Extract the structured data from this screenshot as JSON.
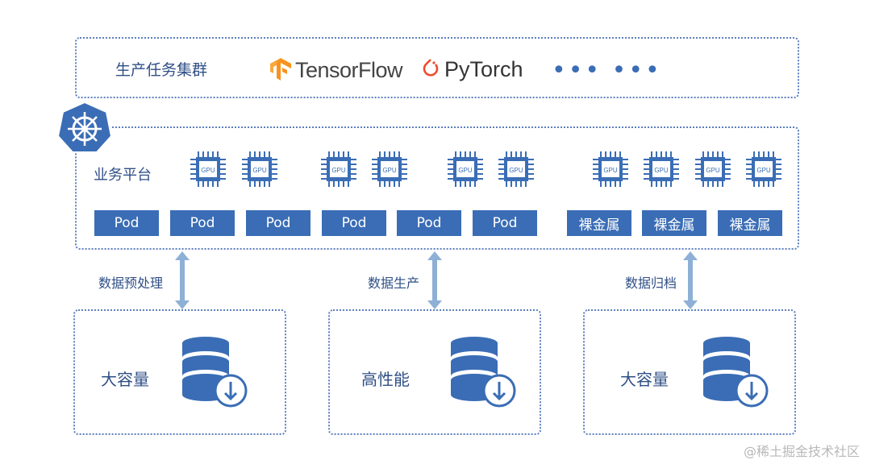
{
  "top_cluster": {
    "title": "生产任务集群",
    "frameworks": [
      "TensorFlow",
      "PyTorch"
    ],
    "ellipsis": "••• •••"
  },
  "platform": {
    "title": "业务平台",
    "icon": "kubernetes-helm-icon",
    "gpu_label": "GPU",
    "pods": [
      "Pod",
      "Pod",
      "Pod",
      "Pod",
      "Pod",
      "Pod"
    ],
    "bare_metal": [
      "裸金属",
      "裸金属",
      "裸金属"
    ]
  },
  "flows": [
    {
      "label": "数据预处理"
    },
    {
      "label": "数据生产"
    },
    {
      "label": "数据归档"
    }
  ],
  "storage": [
    {
      "label": "大容量",
      "icon": "database-download-icon"
    },
    {
      "label": "高性能",
      "icon": "database-download-icon"
    },
    {
      "label": "大容量",
      "icon": "database-download-icon"
    }
  ],
  "watermark": "@稀土掘金技术社区",
  "colors": {
    "accent": "#3a6db5",
    "border": "#5b7fbf",
    "text": "#2f4f86",
    "tensorflow": "#f7931e",
    "pytorch": "#ee4c2c"
  }
}
